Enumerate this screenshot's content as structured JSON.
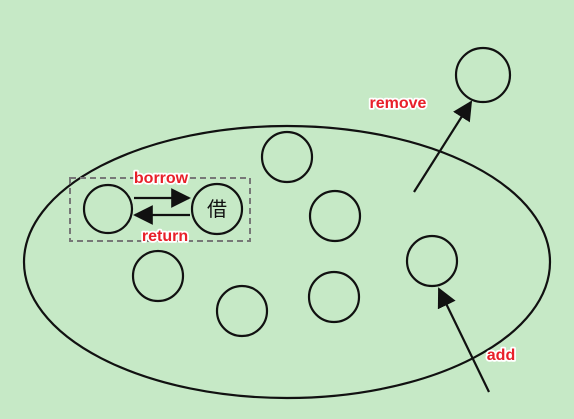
{
  "labels": {
    "remove": "remove",
    "borrow": "borrow",
    "return": "return",
    "add": "add",
    "borrowed_glyph": "借"
  },
  "colors": {
    "background": "#c6e9c6",
    "label_fill": "#e8202a",
    "label_outline": "#ffffff",
    "stroke": "#111111",
    "dashed_box": "#777777"
  }
}
